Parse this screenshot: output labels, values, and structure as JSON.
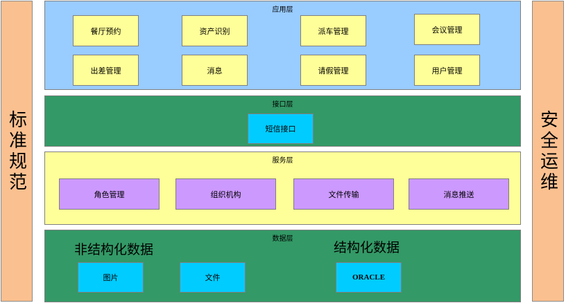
{
  "left_bar": {
    "label": "标准规范"
  },
  "right_bar": {
    "label": "安全运维"
  },
  "app_layer": {
    "title": "应用层",
    "items": [
      "餐厅预约",
      "资产识别",
      "派车管理",
      "会议管理",
      "出差管理",
      "消息",
      "请假管理",
      "用户管理"
    ]
  },
  "interface_layer": {
    "title": "接口层",
    "items": [
      "短信接口"
    ]
  },
  "service_layer": {
    "title": "服务层",
    "items": [
      "角色管理",
      "组织机构",
      "文件传输",
      "消息推送"
    ]
  },
  "data_layer": {
    "title": "数据层",
    "unstructured_label": "非结构化数据",
    "structured_label": "结构化数据",
    "items": [
      "图片",
      "文件",
      "ORACLE"
    ]
  },
  "colors": {
    "app_layer_bg": "#99ccff",
    "interface_layer_bg": "#339966",
    "service_layer_bg": "#ffff99",
    "data_layer_bg": "#339966",
    "side_bar_bg": "#fac090",
    "module_yellow": "#ffff99",
    "module_purple": "#cc99ff",
    "module_cyan": "#00ccff"
  }
}
